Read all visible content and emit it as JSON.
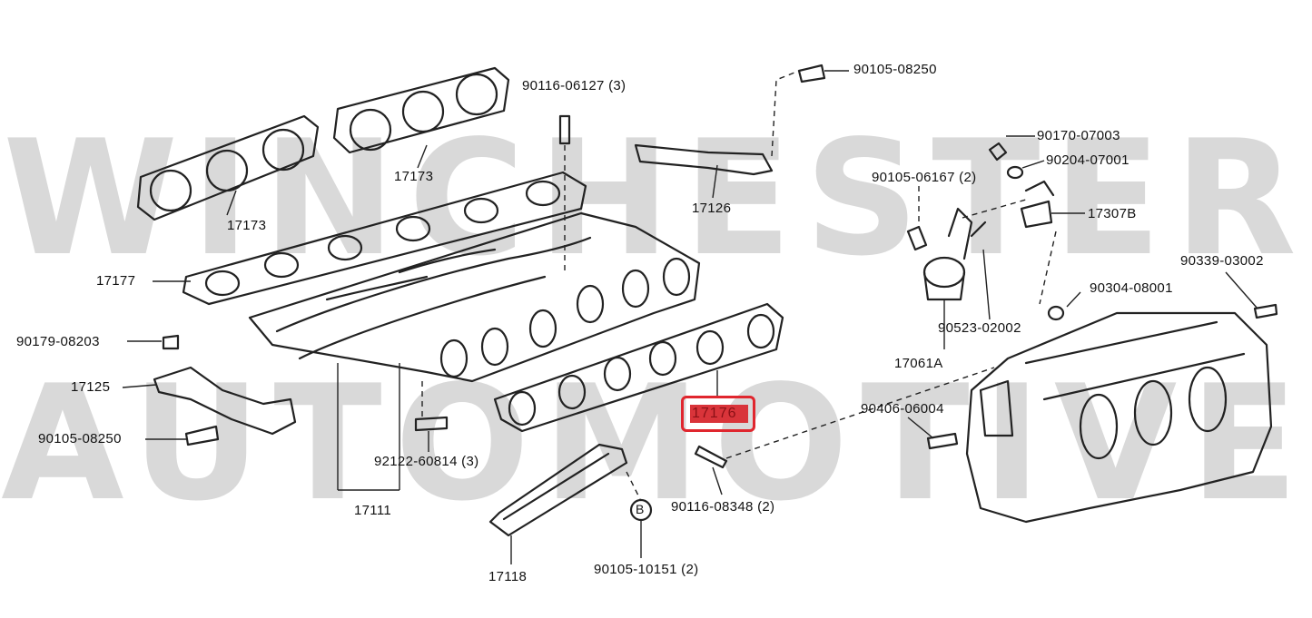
{
  "watermark": {
    "line1": "WINCHESTER",
    "line2": "AUTOMOTIVE"
  },
  "highlight": {
    "part_number": "17176",
    "color": "#e0262e"
  },
  "labels": {
    "p90116_06127": "90116-06127 (3)",
    "p90105_08250_top": "90105-08250",
    "p90170_07003": "90170-07003",
    "p90204_07001": "90204-07001",
    "p90105_06167": "90105-06167 (2)",
    "p17307B": "17307B",
    "p17173_a": "17173",
    "p17173_b": "17173",
    "p17126": "17126",
    "p17177": "17177",
    "p90339_03002": "90339-03002",
    "p90304_08001": "90304-08001",
    "p90523_02002": "90523-02002",
    "p90179_08203": "90179-08203",
    "p17061A": "17061A",
    "p17125": "17125",
    "p90406_06004": "90406-06004",
    "p90105_08250_left": "90105-08250",
    "p92122_60814": "92122-60814 (3)",
    "p17111": "17111",
    "p90116_08348": "90116-08348 (2)",
    "pB": "B",
    "p17118": "17118",
    "p90105_10151": "90105-10151 (2)"
  }
}
